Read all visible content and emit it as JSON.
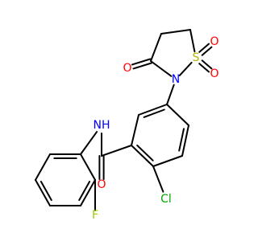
{
  "atoms": [
    {
      "id": "S1",
      "symbol": "S",
      "color": "#b3b300"
    },
    {
      "id": "O1",
      "symbol": "O",
      "color": "#ff0000"
    },
    {
      "id": "O2",
      "symbol": "O",
      "color": "#ff0000"
    },
    {
      "id": "O3",
      "symbol": "O",
      "color": "#ff0000"
    },
    {
      "id": "N1",
      "symbol": "N",
      "color": "#0000ff"
    },
    {
      "id": "NH",
      "symbol": "NH",
      "color": "#0000ff"
    },
    {
      "id": "O4",
      "symbol": "O",
      "color": "#ff0000"
    },
    {
      "id": "Cl1",
      "symbol": "Cl",
      "color": "#00aa00"
    },
    {
      "id": "F1",
      "symbol": "F",
      "color": "#99cc00"
    }
  ],
  "bond_color": "#000000"
}
